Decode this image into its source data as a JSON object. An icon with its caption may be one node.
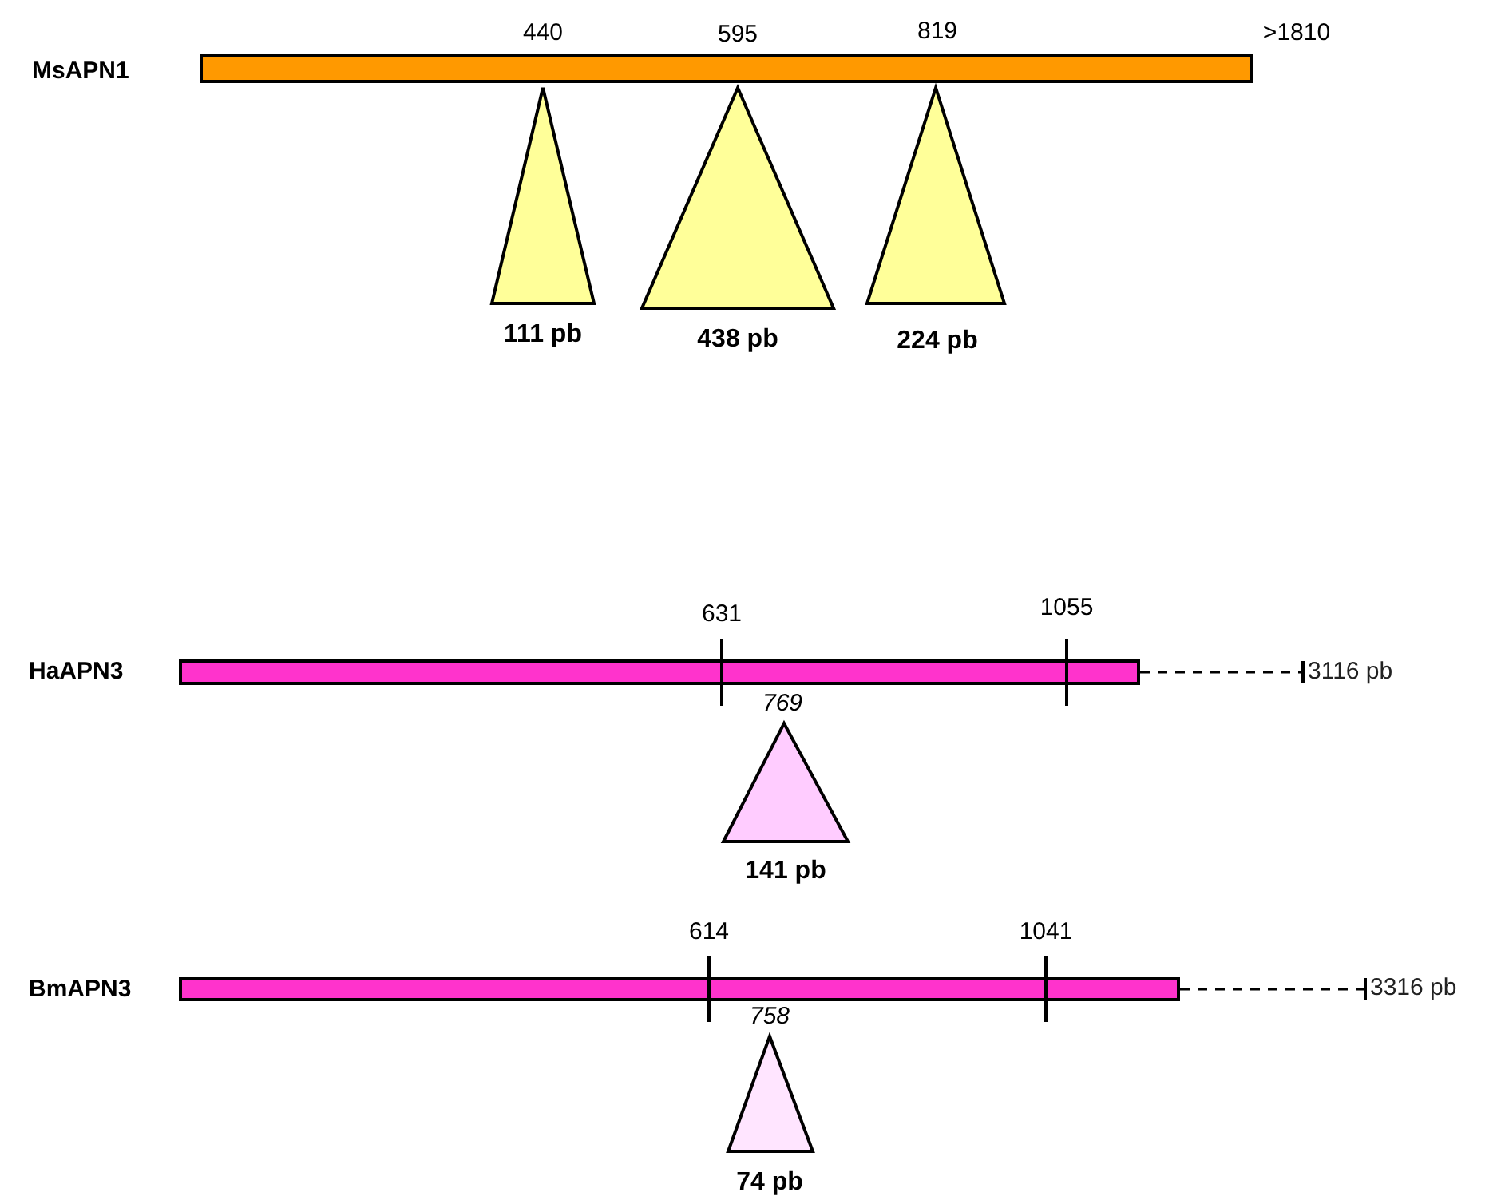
{
  "diagram": {
    "nodes": [
      {
        "text": [],
        "shape": "bar",
        "beside": [
          "MsAPN1"
        ]
      },
      {
        "text": [],
        "shape": "triangle",
        "beside": [
          "111 pb"
        ]
      },
      {
        "text": [],
        "shape": "triangle",
        "beside": [
          "438 pb"
        ]
      },
      {
        "text": [],
        "shape": "triangle",
        "beside": [
          "224 pb"
        ]
      },
      {
        "text": [],
        "shape": "bar",
        "beside": [
          "HaAPN3"
        ]
      },
      {
        "text": [
          "3116 pb"
        ]
      },
      {
        "text": [],
        "shape": "triangle",
        "beside": [
          "769",
          "141 pb"
        ]
      },
      {
        "text": [],
        "shape": "bar",
        "beside": [
          "BmAPN3"
        ]
      },
      {
        "text": [
          "3316 pb"
        ]
      },
      {
        "text": [],
        "shape": "triangle",
        "beside": [
          "758",
          "74 pb"
        ]
      }
    ],
    "edges": [
      {
        "from": 4,
        "to": 5,
        "arrow": "other",
        "style": "dashed"
      },
      {
        "from": 7,
        "to": 8,
        "arrow": "other",
        "style": "dashed"
      }
    ],
    "labels": [
      "440",
      "595",
      "819",
      ">1810",
      "631",
      "1055",
      "614",
      "1041"
    ]
  }
}
